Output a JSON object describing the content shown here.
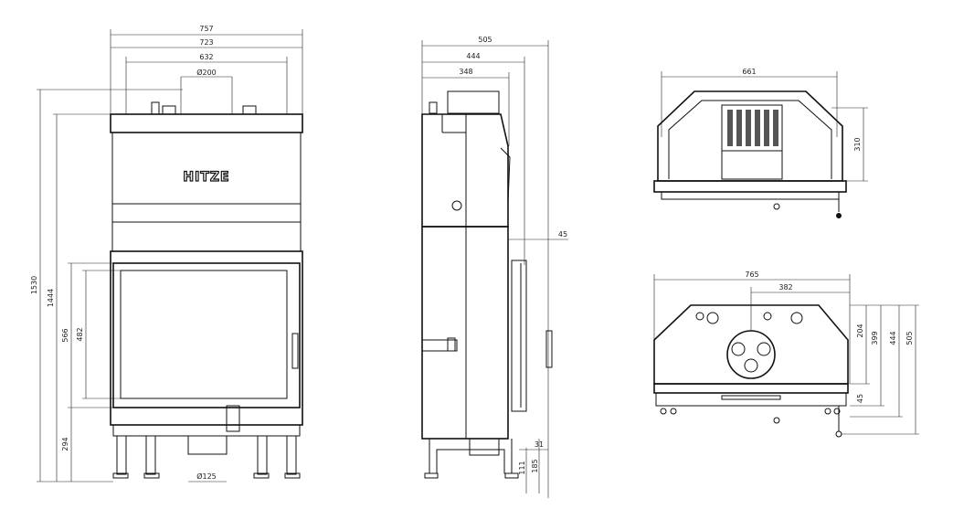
{
  "brand": {
    "logo_text": "HITZE"
  },
  "front_view": {
    "widths": [
      "757",
      "723",
      "632"
    ],
    "flue_diameter": "Ø200",
    "heights": [
      "1530",
      "1444",
      "566",
      "482",
      "294"
    ],
    "air_inlet_diameter": "Ø125"
  },
  "side_view": {
    "depths": [
      "505",
      "444",
      "348"
    ],
    "glass_offset": "45",
    "foot_dims": [
      "31",
      "111",
      "185"
    ]
  },
  "top_view": {
    "width": "661",
    "depth": "310"
  },
  "bottom_view": {
    "width": "765",
    "inner_width": "382",
    "depths": [
      "204",
      "399",
      "444",
      "505",
      "45"
    ]
  }
}
